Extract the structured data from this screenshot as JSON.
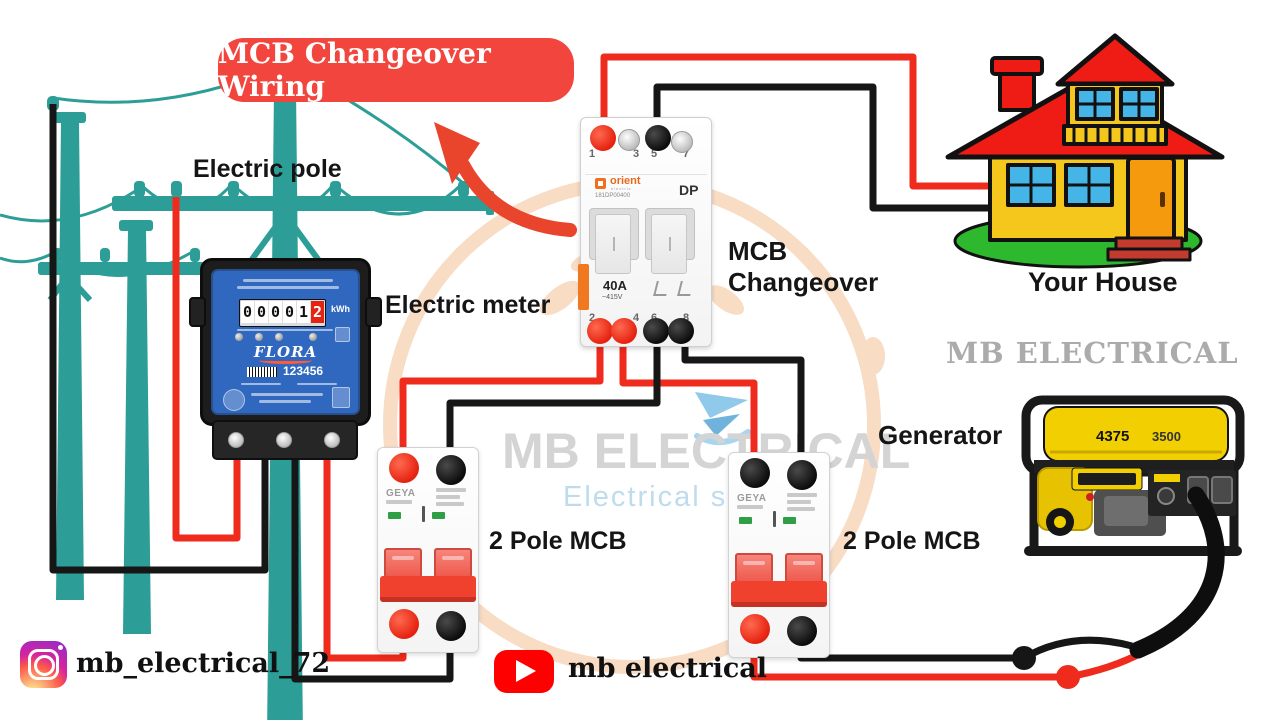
{
  "banner": {
    "title": "MCB Changeover Wiring"
  },
  "labels": {
    "pole": "Electric pole",
    "meter": "Electric meter",
    "changeover_line1": "MCB",
    "changeover_line2": "Changeover",
    "house": "Your House",
    "generator": "Generator",
    "mcb_left": "2 Pole MCB",
    "mcb_right": "2 Pole MCB"
  },
  "watermark": {
    "title": "MB ELECTRICAL",
    "subtitle": "Electrical services",
    "corner": "MB ELECTRICAL"
  },
  "changeover": {
    "brand": "orient",
    "brand_sub": "electric",
    "model": "181DP00400",
    "poles": "DP",
    "rating": "40A",
    "voltage": "~415V",
    "top_terminals": [
      "1",
      "3",
      "5",
      "7"
    ],
    "bottom_terminals": [
      "2",
      "4",
      "6",
      "8"
    ]
  },
  "meter": {
    "brand": "FLORA",
    "reading_digits": [
      "0",
      "0",
      "0",
      "0",
      "1"
    ],
    "reading_last": "2",
    "unit": "kWh",
    "serial": "123456"
  },
  "breaker": {
    "brand": "GEYA"
  },
  "generator_unit": {
    "rating_1": "4375",
    "rating_2": "3500"
  },
  "social": {
    "instagram_handle": "mb_electrical_72",
    "youtube_handle": "mb electrical"
  },
  "colors": {
    "wire_red": "#ee2b1c",
    "wire_black": "#161616",
    "pole_teal": "#2d9e97",
    "banner_red": "#f2453d",
    "meter_blue": "#3068c0",
    "house_yellow": "#f5c71d",
    "roof_red": "#ee1c15",
    "grass_green": "#2eb82e",
    "generator_yellow": "#f2cf00",
    "watermark_peach": "#f8dcc4",
    "youtube_red": "#fe0000"
  }
}
